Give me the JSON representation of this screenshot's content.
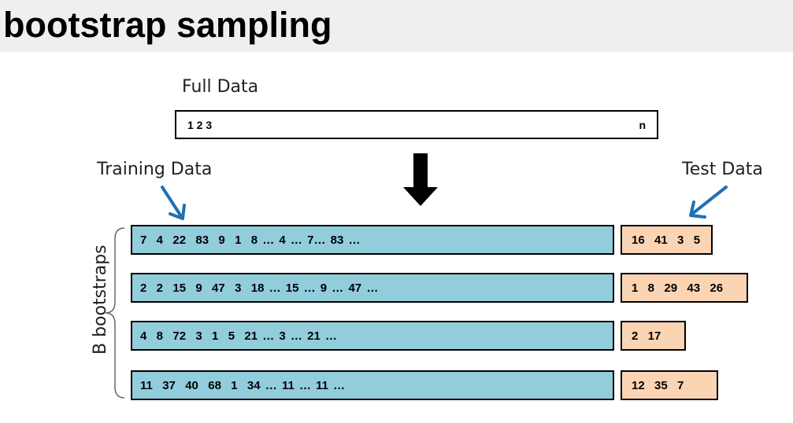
{
  "title": "bootstrap sampling",
  "full_data": {
    "label": "Full Data",
    "start_text": "1 2 3",
    "end_text": "n"
  },
  "training_label": "Training Data",
  "test_label": "Test Data",
  "bootstraps_label": "B bootstraps",
  "rows": [
    {
      "train": "7  4  22  83  9  1  8 … 4 … 7… 83 …",
      "test": "16  41  3  5"
    },
    {
      "train": "2  2  15  9  47  3  18 … 15 … 9 … 47 …",
      "test": "1  8  29  43  26"
    },
    {
      "train": "4  8  72  3  1  5  21 … 3 … 21 …",
      "test": "2  17"
    },
    {
      "train": "11  37  40  68  1  34 … 11 … 11 …",
      "test": "12  35  7"
    }
  ],
  "colors": {
    "training_fill": "#92cddc",
    "test_fill": "#fbd4b4",
    "pointer_arrow": "#1f6fb5",
    "flow_arrow": "#000000"
  },
  "icons": {
    "down_arrow": "down-arrow-icon",
    "pointer_arrow": "pointer-arrow-icon"
  }
}
